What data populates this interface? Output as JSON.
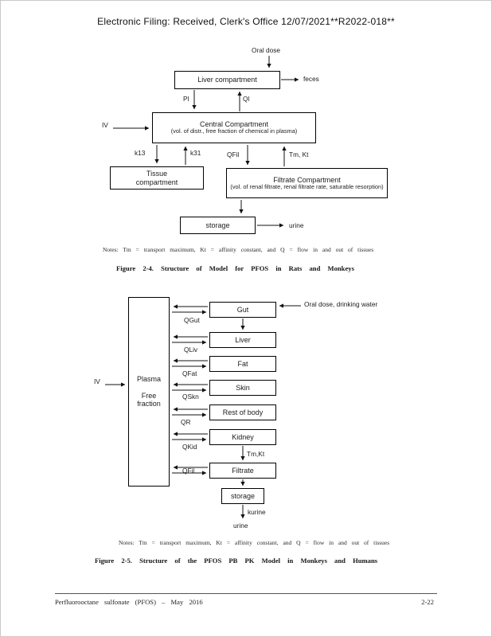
{
  "header": {
    "title": "Electronic Filing: Received, Clerk's Office 12/07/2021**R2022-018**"
  },
  "figure1": {
    "labels": {
      "oral_dose": "Oral dose",
      "feces": "feces",
      "pl": "Pl",
      "ql": "Ql",
      "iv": "IV",
      "k13": "k13",
      "k31": "k31",
      "qfil": "QFil",
      "tm_kt": "Tm, Kt",
      "urine": "urine"
    },
    "boxes": {
      "liver": "Liver compartment",
      "central_title": "Central Compartment",
      "central_sub": "(vol. of distr., free fraction of chemical in plasma)",
      "tissue_line1": "Tissue",
      "tissue_line2": "compartment",
      "filtrate_title": "Filtrate Compartment",
      "filtrate_sub": "(vol. of renal filtrate, renal filtrate rate, saturable resorption)",
      "storage": "storage"
    },
    "notes": "Notes:  Tm = transport maximum,  Kt = affinity constant,  and Q = flow in and out of tissues",
    "caption": "Figure 2-4.  Structure of Model for PFOS in Rats and Monkeys"
  },
  "figure2": {
    "plasma_title": "Plasma",
    "plasma_sub": "Free fraction",
    "iv": "IV",
    "oral_dose": "Oral dose, drinking water",
    "compartments": [
      "Gut",
      "Liver",
      "Fat",
      "Skin",
      "Rest of body",
      "Kidney",
      "Filtrate"
    ],
    "flows": [
      "QGut",
      "QLiv",
      "QFat",
      "QSkn",
      "QR",
      "QKid",
      "QFil"
    ],
    "storage": "storage",
    "tm_kt": "Tm,Kt",
    "kurine": "kurine",
    "urine": "urine",
    "notes": "Notes:  Tm = transport maximum,  Kt = affinity constant, and Q = flow in and out of tissues",
    "caption": "Figure 2-5.  Structure of the PFOS PB PK Model in Monkeys and Humans"
  },
  "footer": {
    "left": "Perfluorooctane sulfonate (PFOS) – May 2016",
    "right": "2-22"
  }
}
